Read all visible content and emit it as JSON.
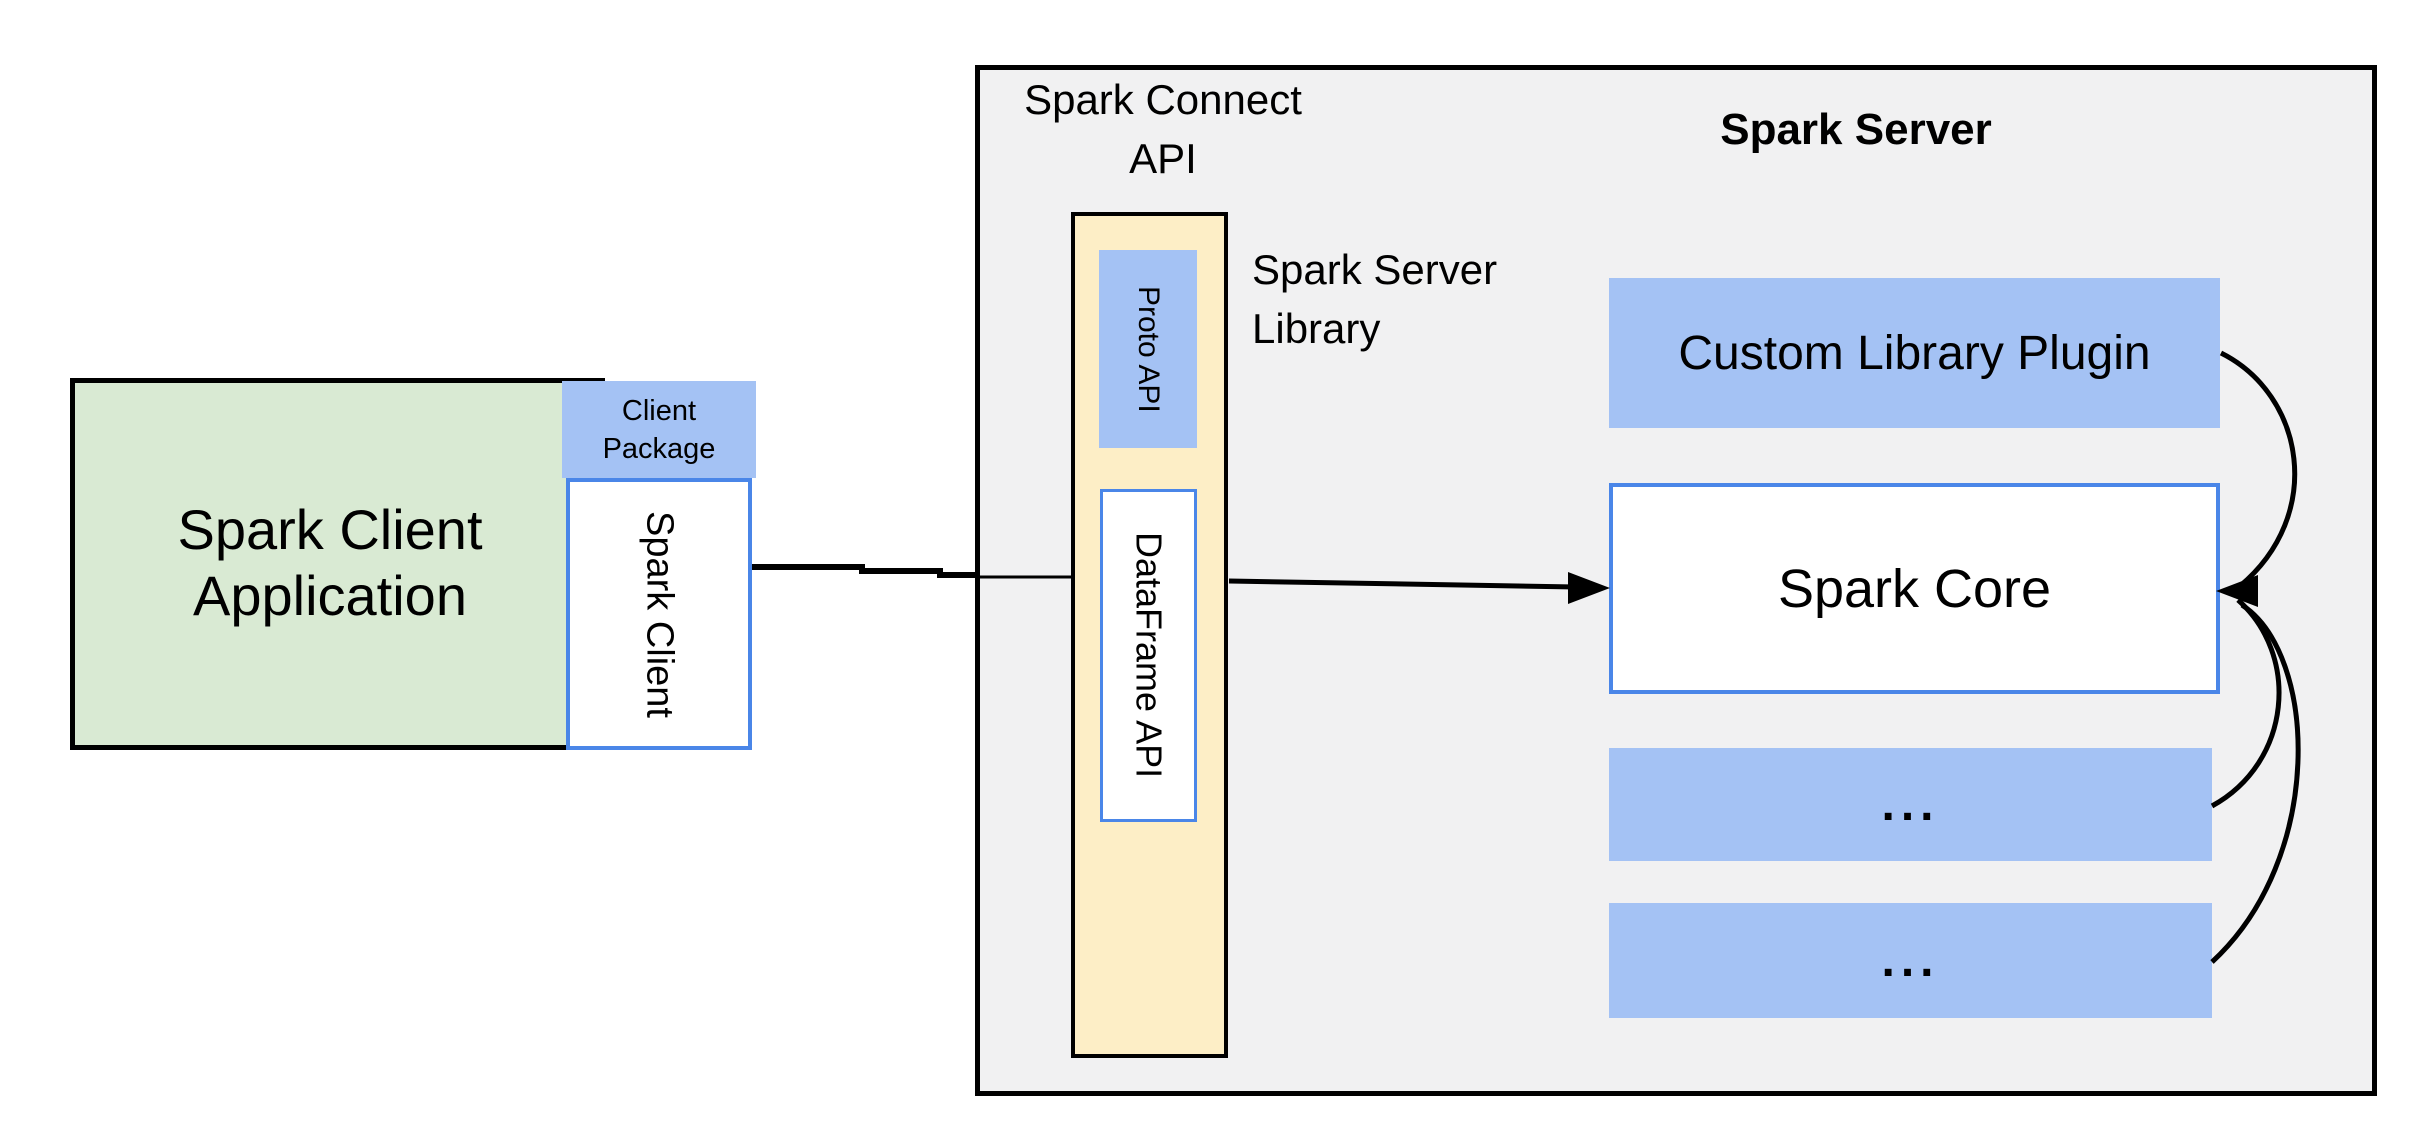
{
  "titles": {
    "spark_connect_api": "Spark Connect\nAPI",
    "spark_server": "Spark Server",
    "spark_server_library": "Spark Server\nLibrary"
  },
  "client": {
    "application": "Spark Client\nApplication",
    "package": "Client\nPackage",
    "spark_client": "Spark Client"
  },
  "connect_api_column": {
    "proto_api": "Proto API",
    "dataframe_api": "DataFrame API"
  },
  "server": {
    "custom_library_plugin": "Custom Library Plugin",
    "spark_core": "Spark Core",
    "plugin_slot_1": "...",
    "plugin_slot_2": "..."
  },
  "colors": {
    "container_fill": "#f1f1f2",
    "green_fill": "#d9ead3",
    "blue_fill": "#a4c2f4",
    "yellow_fill": "#fdeec6",
    "blue_border": "#4a86e8",
    "line_color": "#000000"
  }
}
